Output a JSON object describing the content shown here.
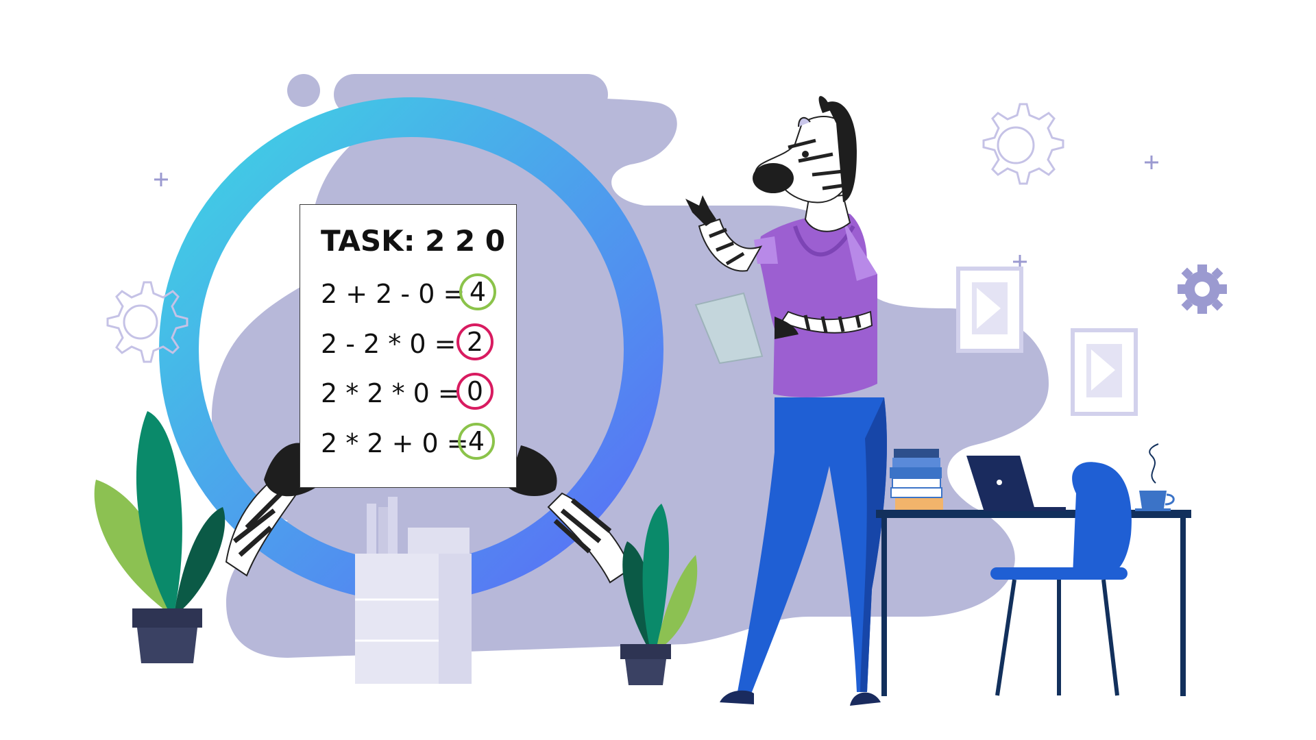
{
  "task_sheet": {
    "title": "TASK: 2 2 0",
    "equations": [
      {
        "expression": "2 + 2 - 0 =",
        "answer": "4",
        "result": "correct",
        "color": "#8bc34a"
      },
      {
        "expression": "2 - 2 * 0 =",
        "answer": "2",
        "result": "incorrect",
        "color": "#d81b60"
      },
      {
        "expression": "2 * 2 * 0 =",
        "answer": "0",
        "result": "incorrect",
        "color": "#d81b60"
      },
      {
        "expression": "2 * 2 + 0 =",
        "answer": "4",
        "result": "correct",
        "color": "#8bc34a"
      }
    ]
  },
  "colors": {
    "background_blob": "#b7b8d9",
    "ring_gradient_start": "#3fd0e3",
    "ring_gradient_end": "#5b6ef5",
    "shirt": "#9c5fd1",
    "pants": "#1f5fd4",
    "chair": "#1f5fd4",
    "desk": "#12305c",
    "leaf_dark": "#0a8a6a",
    "leaf_light": "#8cc152",
    "pot": "#2e3453",
    "gear": "#c9c6ea",
    "correct": "#8bc34a",
    "incorrect": "#d81b60"
  },
  "icons": [
    "gear-icon",
    "plus-icon",
    "image-frame-icon",
    "laptop-icon",
    "coffee-cup-icon",
    "book-stack-icon",
    "plant-icon",
    "filing-cabinet-icon"
  ]
}
